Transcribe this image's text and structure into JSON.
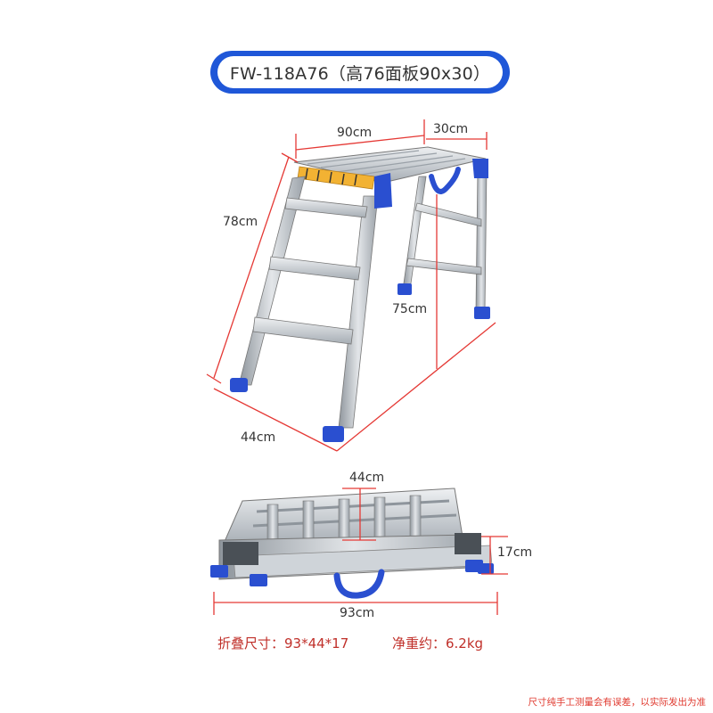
{
  "header": {
    "title": "FW-118A76（高76面板90x30）"
  },
  "dimensions": {
    "width": "90cm",
    "depth": "30cm",
    "height_front": "78cm",
    "height_back": "75cm",
    "base_length": "44cm",
    "folded_width": "44cm",
    "folded_height": "17cm",
    "folded_length": "93cm"
  },
  "specs": {
    "folded_size": "折叠尺寸：93*44*17",
    "net_weight": "净重约：6.2kg"
  },
  "footer": {
    "disclaimer": "尺寸纯手工测量会有误差，以实际发出为准"
  },
  "colors": {
    "accent": "#1f57d8",
    "dimension_line": "#e53935",
    "aluminum": "#c9ced3",
    "foot": "#2a4fd0"
  }
}
